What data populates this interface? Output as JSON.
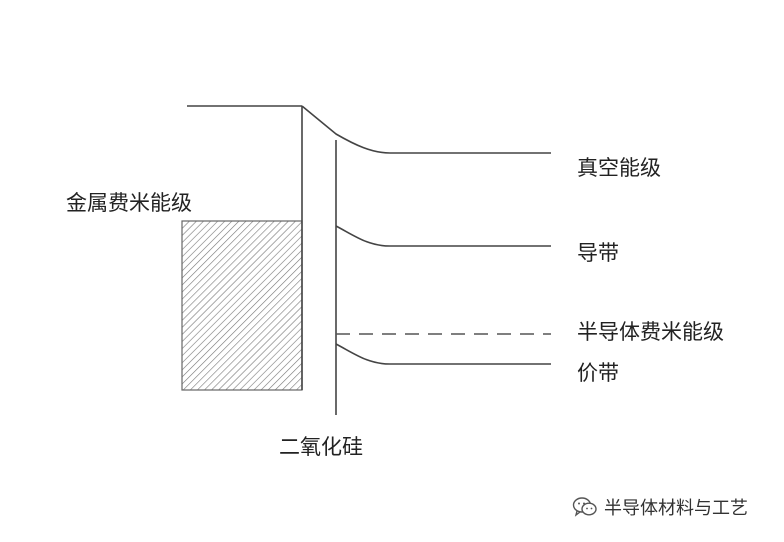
{
  "labels": {
    "metal_fermi_level": "金属费米能级",
    "vacuum_level": "真空能级",
    "conduction_band": "导带",
    "semiconductor_fermi_level": "半导体费米能级",
    "valence_band": "价带",
    "oxide": "二氧化硅"
  },
  "watermark": {
    "text": "半导体材料与工艺",
    "icon": "wechat-icon"
  },
  "colors": {
    "line": "#444444",
    "hatch": "#777777",
    "dash": "#555555",
    "text": "#222222"
  }
}
